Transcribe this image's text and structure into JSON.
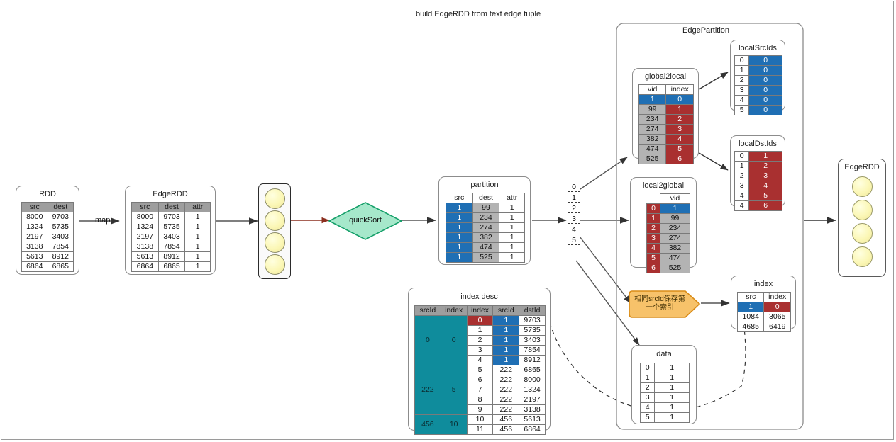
{
  "diagram": {
    "title": "build EdgeRDD  from text edge tuple",
    "map_label": "map",
    "quicksort_label": "quickSort",
    "callout_text_line1": "相同srcId保存第",
    "callout_text_line2": "一个索引",
    "colors": {
      "blue": "#1f6fb4",
      "red": "#a93030",
      "gray": "#b3b3b3",
      "teal": "#0f8c9c",
      "header_gray": "#9e9e9e",
      "orange_fill": "#f7c26a",
      "orange_stroke": "#d98b16",
      "green_fill": "#a6e8cb",
      "green_stroke": "#16a06a",
      "circle_fill": "#fbf7b6",
      "line": "#555555"
    }
  },
  "rdd": {
    "title": "RDD",
    "headers": [
      "src",
      "dest"
    ],
    "rows": [
      [
        "8000",
        "9703"
      ],
      [
        "1324",
        "5735"
      ],
      [
        "2197",
        "3403"
      ],
      [
        "3138",
        "7854"
      ],
      [
        "5613",
        "8912"
      ],
      [
        "6864",
        "6865"
      ]
    ]
  },
  "edgerdd_table": {
    "title": "EdgeRDD",
    "headers": [
      "src",
      "dest",
      "attr"
    ],
    "rows": [
      [
        "8000",
        "9703",
        "1"
      ],
      [
        "1324",
        "5735",
        "1"
      ],
      [
        "2197",
        "3403",
        "1"
      ],
      [
        "3138",
        "7854",
        "1"
      ],
      [
        "5613",
        "8912",
        "1"
      ],
      [
        "6864",
        "6865",
        "1"
      ]
    ]
  },
  "partition": {
    "title": "partition",
    "headers": [
      "src",
      "dest",
      "attr"
    ],
    "rows": [
      [
        "1",
        "99",
        "1"
      ],
      [
        "1",
        "234",
        "1"
      ],
      [
        "1",
        "274",
        "1"
      ],
      [
        "1",
        "382",
        "1"
      ],
      [
        "1",
        "474",
        "1"
      ],
      [
        "1",
        "525",
        "1"
      ]
    ]
  },
  "fanout_list": {
    "name": "partition-index-list",
    "items": [
      "0",
      "1",
      "2",
      "3",
      "4",
      "5"
    ]
  },
  "edge_partition": {
    "title": "EdgePartition"
  },
  "global2local": {
    "title": "global2local",
    "headers": [
      "vid",
      "index"
    ],
    "rows": [
      [
        "1",
        "0"
      ],
      [
        "99",
        "1"
      ],
      [
        "234",
        "2"
      ],
      [
        "274",
        "3"
      ],
      [
        "382",
        "4"
      ],
      [
        "474",
        "5"
      ],
      [
        "525",
        "6"
      ]
    ]
  },
  "local2global": {
    "title": "local2global",
    "headers": [
      "vid"
    ],
    "index_col": [
      "0",
      "1",
      "2",
      "3",
      "4",
      "5",
      "6"
    ],
    "rows": [
      [
        "1"
      ],
      [
        "99"
      ],
      [
        "234"
      ],
      [
        "274"
      ],
      [
        "382"
      ],
      [
        "474"
      ],
      [
        "525"
      ]
    ]
  },
  "local_src_ids": {
    "title": "localSrcIds",
    "index_col": [
      "0",
      "1",
      "2",
      "3",
      "4",
      "5"
    ],
    "values": [
      "0",
      "0",
      "0",
      "0",
      "0",
      "0"
    ]
  },
  "local_dst_ids": {
    "title": "localDstIds",
    "index_col": [
      "0",
      "1",
      "2",
      "3",
      "4",
      "4"
    ],
    "values": [
      "1",
      "2",
      "3",
      "4",
      "5",
      "6"
    ]
  },
  "data_table": {
    "title": "data",
    "index_col": [
      "0",
      "1",
      "2",
      "3",
      "4",
      "5"
    ],
    "values": [
      "1",
      "1",
      "1",
      "1",
      "1",
      "1"
    ]
  },
  "index_table": {
    "title": "index",
    "headers": [
      "src",
      "index"
    ],
    "rows": [
      [
        "1",
        "0"
      ],
      [
        "1084",
        "3065"
      ],
      [
        "4685",
        "6419"
      ]
    ]
  },
  "index_desc": {
    "title": "index desc",
    "headers": [
      "srcId",
      "index",
      "index",
      "srcId",
      "dstId"
    ],
    "groups": [
      {
        "srcId": "0",
        "index": "0",
        "rows": [
          [
            "0",
            "1",
            "9703"
          ],
          [
            "1",
            "1",
            "5735"
          ],
          [
            "2",
            "1",
            "3403"
          ],
          [
            "3",
            "1",
            "7854"
          ],
          [
            "4",
            "1",
            "8912"
          ]
        ]
      },
      {
        "srcId": "222",
        "index": "5",
        "rows": [
          [
            "5",
            "222",
            "6865"
          ],
          [
            "6",
            "222",
            "8000"
          ],
          [
            "7",
            "222",
            "1324"
          ],
          [
            "8",
            "222",
            "2197"
          ],
          [
            "9",
            "222",
            "3138"
          ]
        ]
      },
      {
        "srcId": "456",
        "index": "10",
        "rows": [
          [
            "10",
            "456",
            "5613"
          ],
          [
            "11",
            "456",
            "6864"
          ]
        ]
      }
    ]
  },
  "edgerdd_out": {
    "title": "EdgeRDD",
    "circle_count": 4
  },
  "mid_circles": {
    "name": "partition-circles",
    "circle_count": 4
  }
}
